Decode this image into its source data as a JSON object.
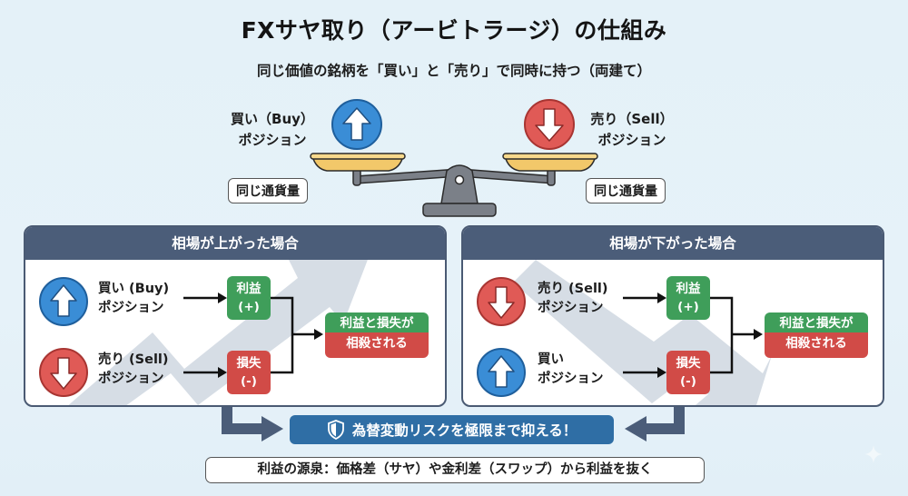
{
  "header": {
    "title": "FXサヤ取り（アービトラージ）の仕組み",
    "subtitle": "同じ価値の銘柄を「買い」と「売り」で同時に持つ（両建て）"
  },
  "balance": {
    "buy": {
      "line1": "買い（Buy）",
      "line2": "ポジション",
      "icon": "arrow-up-circle",
      "color": "#3a8dd6"
    },
    "sell": {
      "line1": "売り（Sell）",
      "line2": "ポジション",
      "icon": "arrow-down-circle",
      "color": "#e05a56"
    },
    "left_tag": "同じ通貨量",
    "right_tag": "同じ通貨量"
  },
  "panels": [
    {
      "heading": "相場が上がった場合",
      "trend": "up",
      "rows": [
        {
          "line1": "買い (Buy)",
          "line2": "ポジション",
          "icon": "arrow-up-circle",
          "result_line1": "利益",
          "result_line2": "(+)",
          "result_type": "profit"
        },
        {
          "line1": "売り (Sell)",
          "line2": "ポジション",
          "icon": "arrow-down-circle",
          "result_line1": "損失",
          "result_line2": "(-)",
          "result_type": "loss"
        }
      ],
      "outcome": {
        "line1": "利益と損失が",
        "line2": "相殺される"
      }
    },
    {
      "heading": "相場が下がった場合",
      "trend": "down",
      "rows": [
        {
          "line1": "売り (Sell)",
          "line2": "ポジション",
          "icon": "arrow-down-circle",
          "result_line1": "利益",
          "result_line2": "(+)",
          "result_type": "profit"
        },
        {
          "line1": "買い",
          "line2": "ポジション",
          "icon": "arrow-up-circle",
          "result_line1": "損失",
          "result_line2": "(-)",
          "result_type": "loss"
        }
      ],
      "outcome": {
        "line1": "利益と損失が",
        "line2": "相殺される"
      }
    }
  ],
  "conclusion": {
    "icon": "shield-icon",
    "text": "為替変動リスクを極限まで抑える！"
  },
  "footer": {
    "text": "利益の源泉：価格差（サヤ）や金利差（スワップ）から利益を抜く"
  },
  "colors": {
    "background": "#e4f1f8",
    "panel_header": "#4b5d79",
    "profit": "#3f9e5a",
    "loss": "#d14b47",
    "buy_blue": "#3a8dd6",
    "sell_red": "#e05a56",
    "banner": "#2f6ea5",
    "pan_gold": "#f2c86a",
    "scale_gray": "#7b8088"
  }
}
